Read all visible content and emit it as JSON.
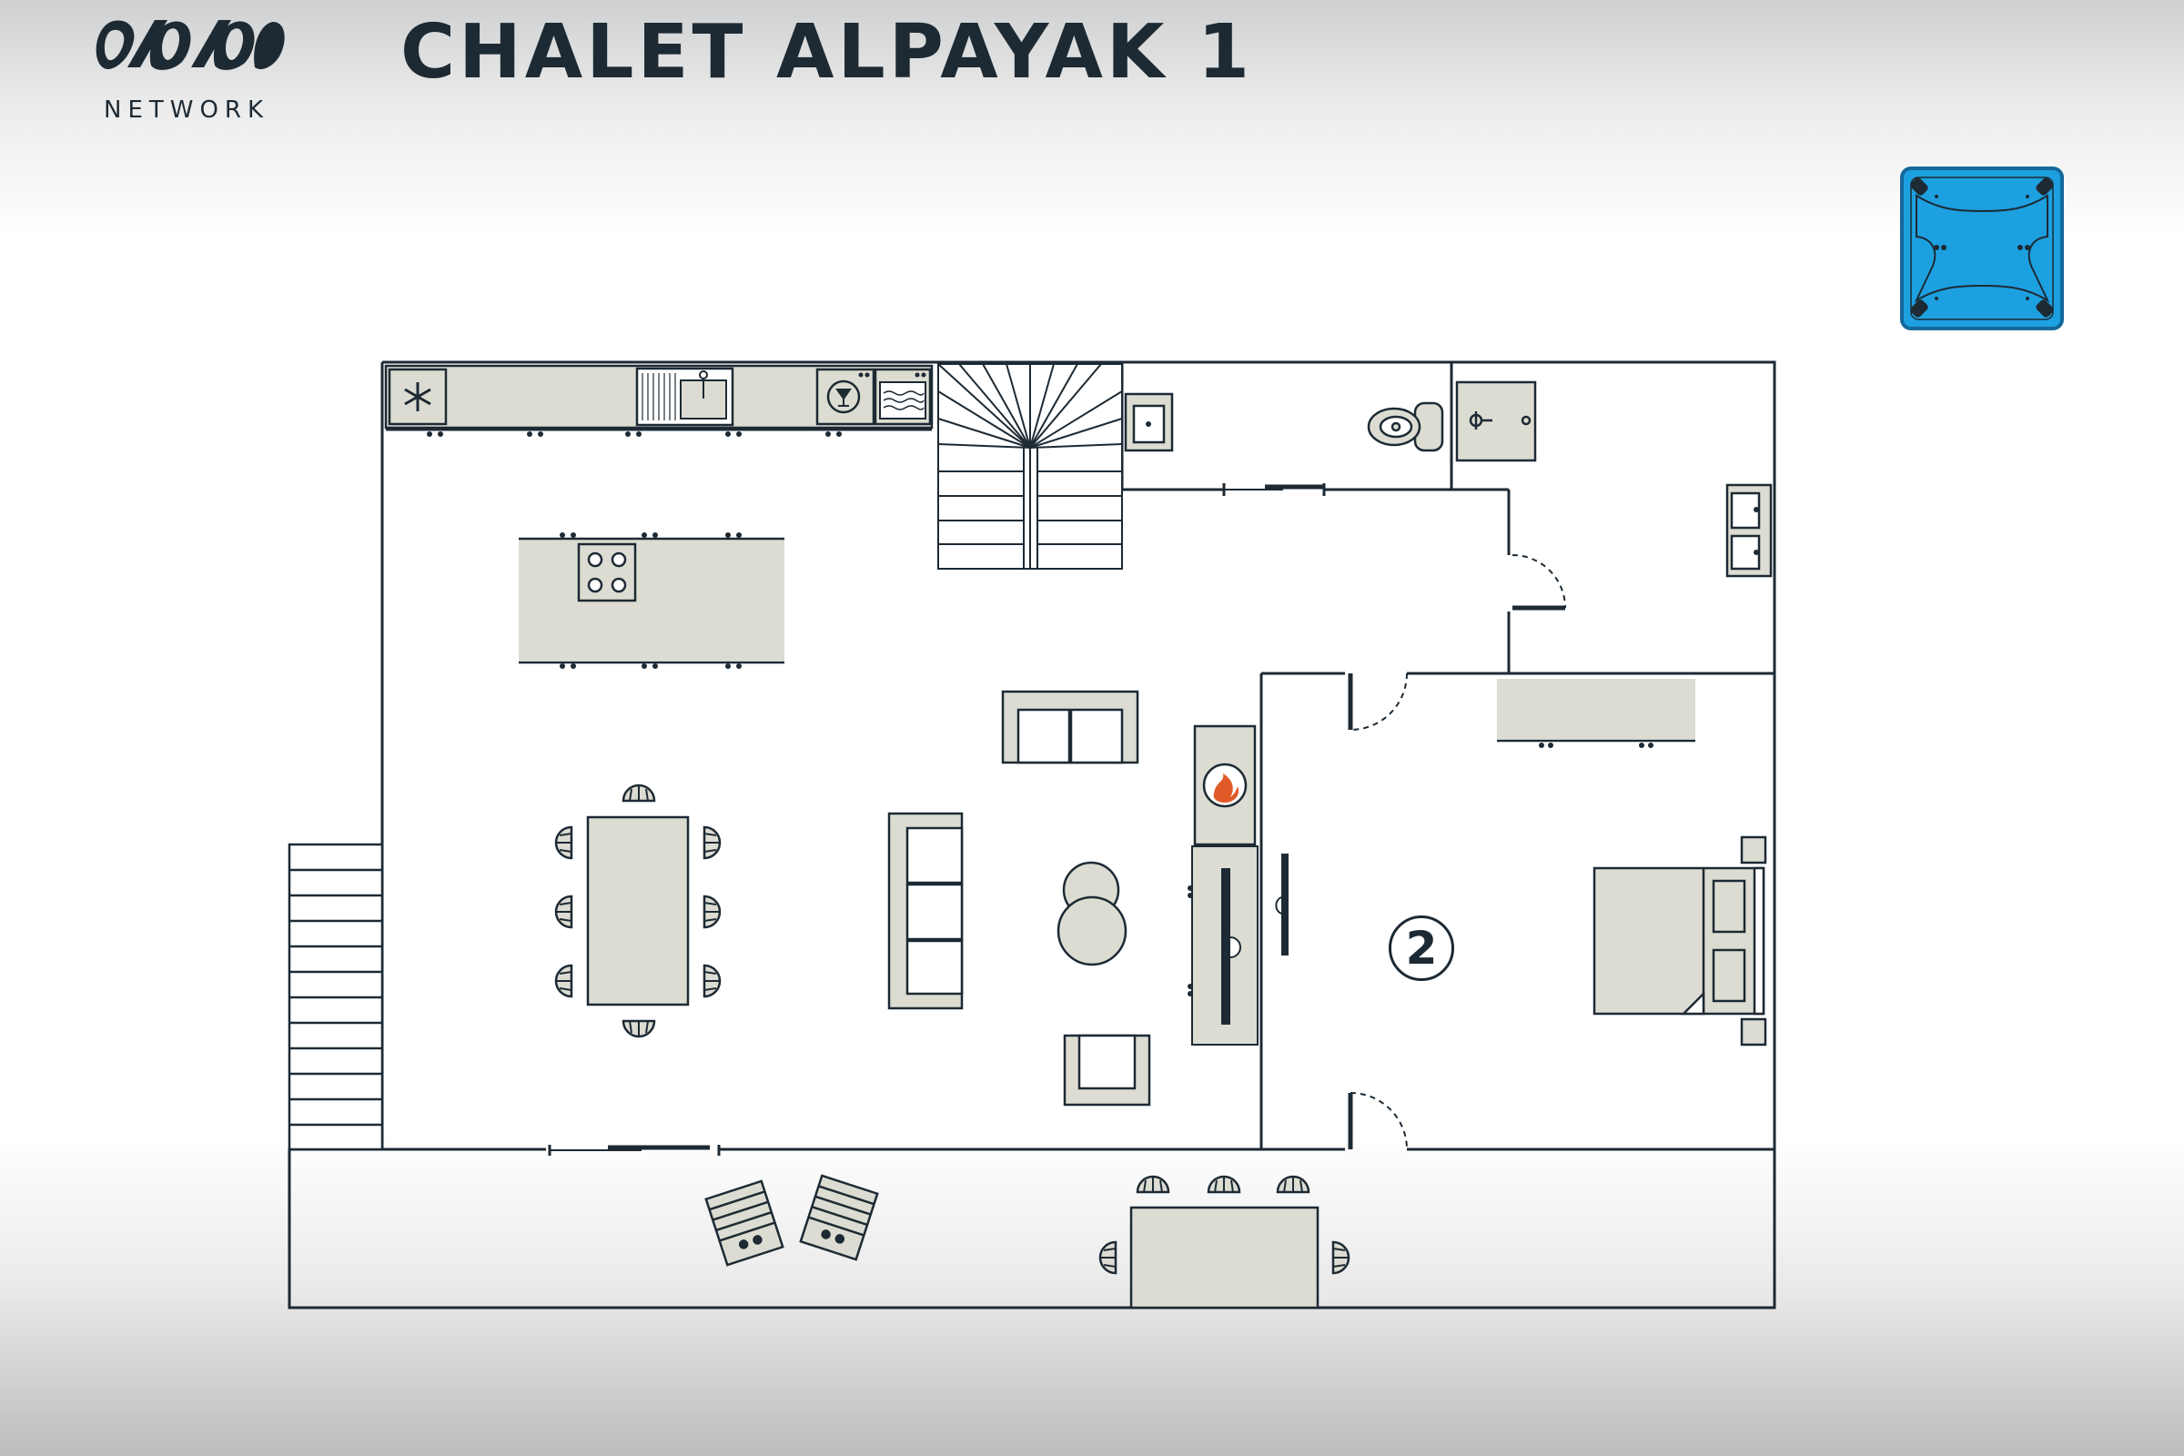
{
  "header": {
    "brand_name": "NETWORK",
    "title": "CHALET ALPAYAK 1"
  },
  "floor_plan": {
    "room_number": "2"
  },
  "icons": [
    "snowflake-icon",
    "sink-icon",
    "wine-fridge-icon",
    "oven-icon",
    "cooktop-icon",
    "fireplace-icon",
    "toilet-icon",
    "tv-icon",
    "hot-tub-icon"
  ],
  "colors": {
    "ink": "#1d2a34",
    "furniture_fill": "#dcdcd2",
    "hot_tub": "#1da0e0",
    "fire": "#e05a28"
  }
}
